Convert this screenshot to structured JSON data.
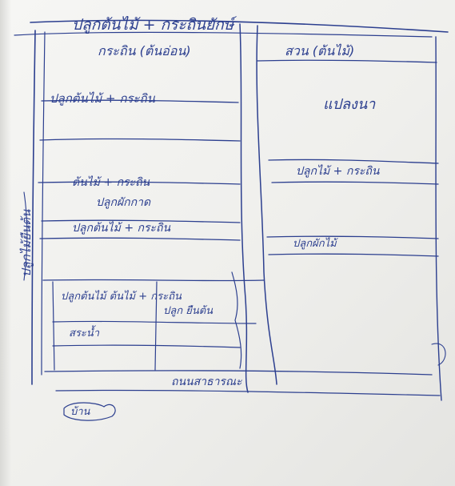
{
  "title": "ปลูกต้นไม้ + กระถินยักษ์",
  "left_panel": {
    "header": "กระถิน (ต้นอ่อน)",
    "row1": "ปลูกต้นไม้ + กระถิน",
    "row4": "ต้นไม้ + กระถิน",
    "row4_sub": "ปลูกผักกาด",
    "row5": "ปลูกต้นไม้ + กระถิน",
    "side_label": "ปลูกไม้ยืนต้น",
    "bottom_left_1": "ปลูกต้นไม้ ต้นไม้ + กระถิน",
    "bottom_left_2": "ปลูก ยืนต้น",
    "bottom_left_3": "สระน้ำ",
    "bottom_label": "ถนนสาธารณะ"
  },
  "right_panel": {
    "header": "สวน (ต้นไม้)",
    "area": "แปลงนา",
    "row1": "ปลูกไม้ + กระถิน",
    "row2": "ปลูกผักไม้"
  },
  "corner_note": "บ้าน"
}
